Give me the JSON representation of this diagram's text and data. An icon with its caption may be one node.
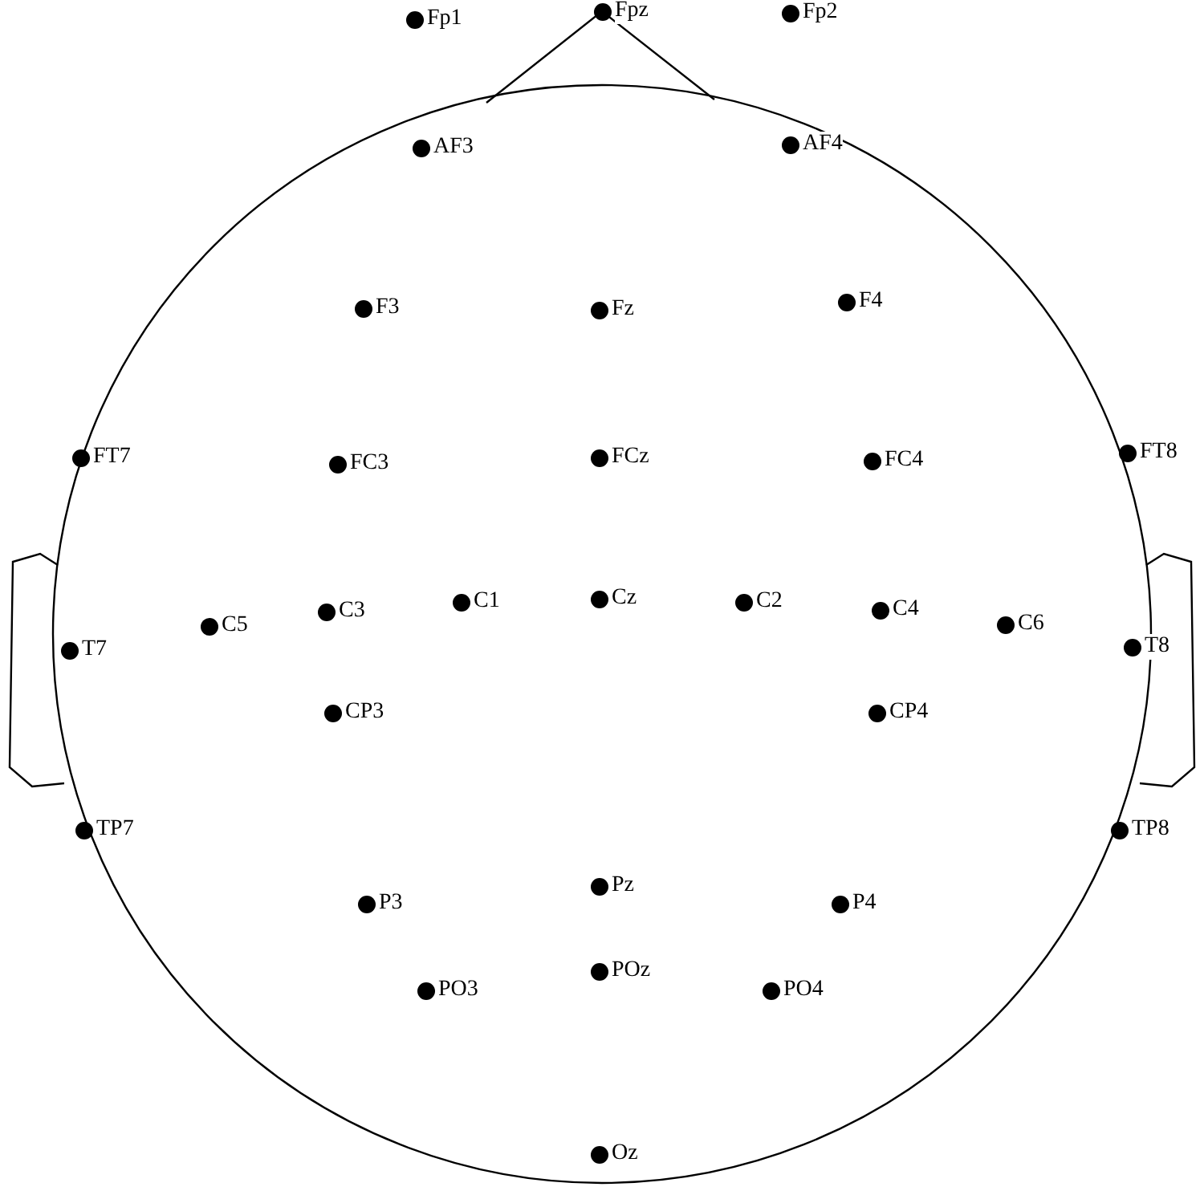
{
  "diagram": {
    "labels": [
      "Fp1",
      "Fpz",
      "Fp2",
      "AF3",
      "AF4",
      "F3",
      "Fz",
      "F4",
      "FT7",
      "FC3",
      "FCz",
      "FC4",
      "FT8",
      "C5",
      "C3",
      "C1",
      "Cz",
      "C2",
      "C4",
      "C6",
      "T7",
      "T8",
      "CP3",
      "CP4",
      "TP7",
      "TP8",
      "Pz",
      "P3",
      "P4",
      "POz",
      "PO3",
      "PO4",
      "Oz"
    ]
  }
}
